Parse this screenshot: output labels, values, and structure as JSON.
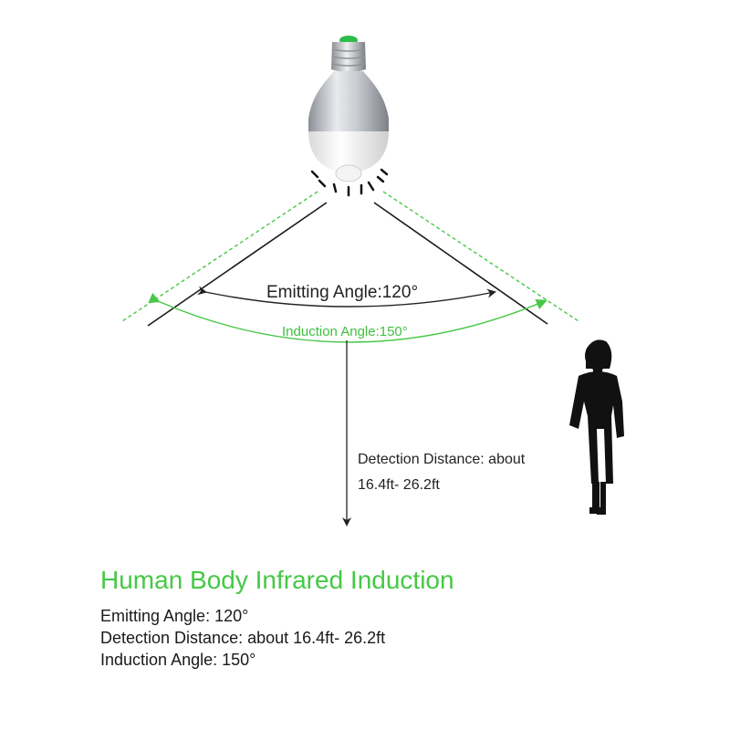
{
  "diagram": {
    "emitting_label": "Emitting Angle:120°",
    "induction_label": "Induction Angle:150°",
    "distance_line1": "Detection Distance: about",
    "distance_line2": "16.4ft- 26.2ft"
  },
  "specs": {
    "heading": "Human Body Infrared Induction",
    "emitting": "Emitting Angle:  120°",
    "distance": "Detection Distance: about 16.4ft- 26.2ft",
    "induction": "Induction Angle:  150°"
  },
  "colors": {
    "accent_green": "#46c846",
    "induction_green": "#3fbf3f",
    "line_dark": "#222222",
    "bulb_silver": "#bfc3c8",
    "bulb_diffuser": "#f2f2f2",
    "bulb_cap_green": "#2ebd4a"
  }
}
